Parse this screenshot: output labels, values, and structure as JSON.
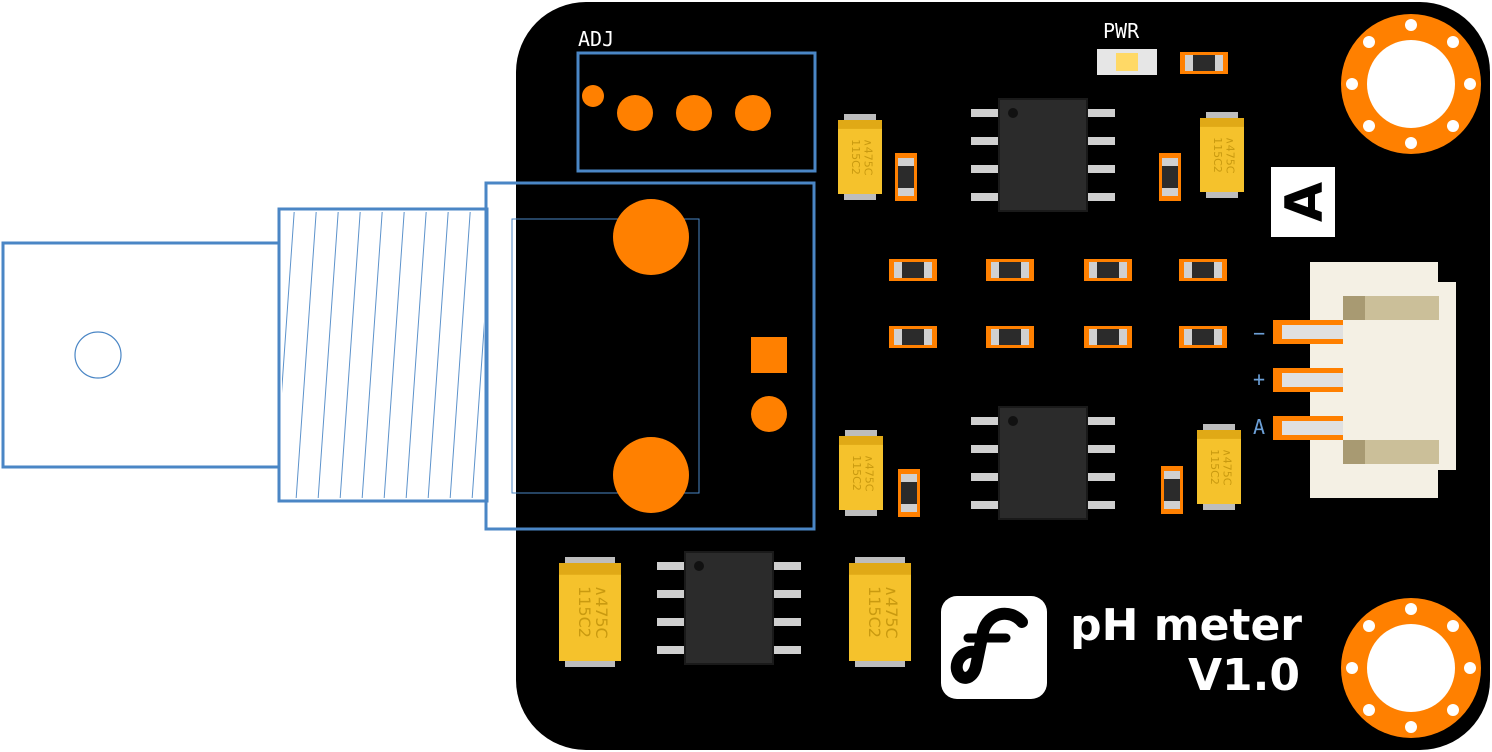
{
  "labels": {
    "adj": "ADJ",
    "pwr": "PWR",
    "channel_letter": "A",
    "pin_minus": "−",
    "pin_plus": "+",
    "pin_a": "A",
    "product_name": "pH meter",
    "version": "V1.0"
  },
  "capacitor_marking": {
    "line1": "475C",
    "line2": "115C2"
  },
  "colors": {
    "board": "#000000",
    "pad_orange": "#ff8000",
    "outline_blue": "#4a86c5",
    "ic_body": "#2b2b2b",
    "ic_pin": "#cfcfcf",
    "capacitor": "#f5c22c",
    "capacitor_text": "#c99a10",
    "led_yellow": "#ffd966",
    "connector": "#f4f0e4",
    "connector_shade": "#cbbf99",
    "pin_label_blue": "#6c9fd6"
  },
  "icons": {
    "brand_logo": "dfrobot-df-logo",
    "mounting_hole": "mounting-hole-icon"
  }
}
